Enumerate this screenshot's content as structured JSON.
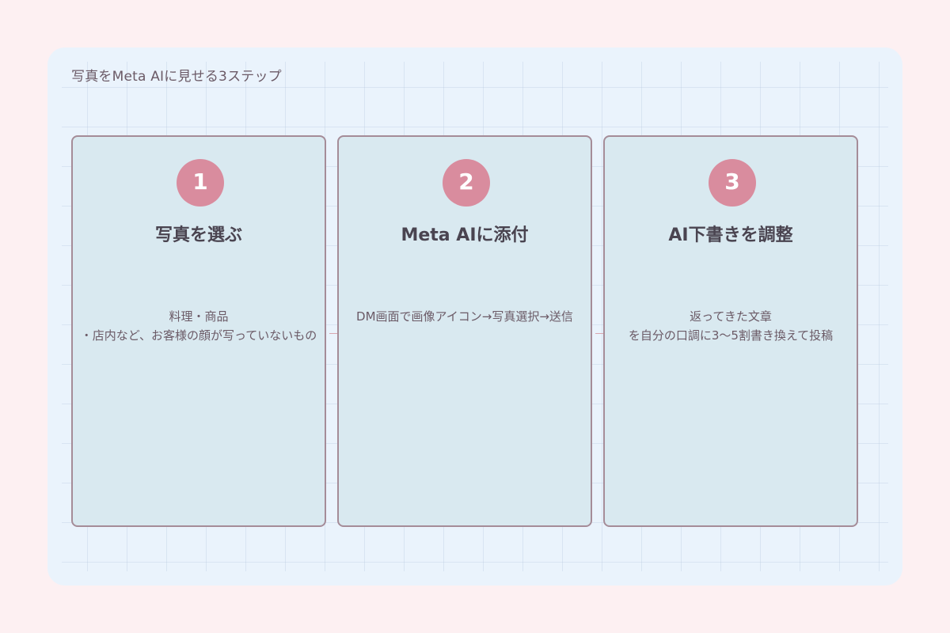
{
  "title": "写真をMeta AIに見せる3ステップ",
  "steps": [
    {
      "number": "1",
      "title": "写真を選ぶ",
      "desc_lines": [
        "料理・商品",
        "・店内など、お客様の顔が写っていないもの"
      ]
    },
    {
      "number": "2",
      "title": "Meta AIに添付",
      "desc_lines": [
        "DM画面で画像アイコン→写真選択→送信"
      ]
    },
    {
      "number": "3",
      "title": "AI下書きを調整",
      "desc_lines": [
        "返ってきた文章",
        "を自分の口調に3〜5割書き換えて投稿"
      ]
    }
  ],
  "colors": {
    "background": "#fdf0f2",
    "panel": "#eaf3fc",
    "card": "#d9e9f0",
    "card_border": "#a58c98",
    "badge": "#d98c9e",
    "title_text": "#4a4450",
    "body_text": "#6b5a66"
  }
}
